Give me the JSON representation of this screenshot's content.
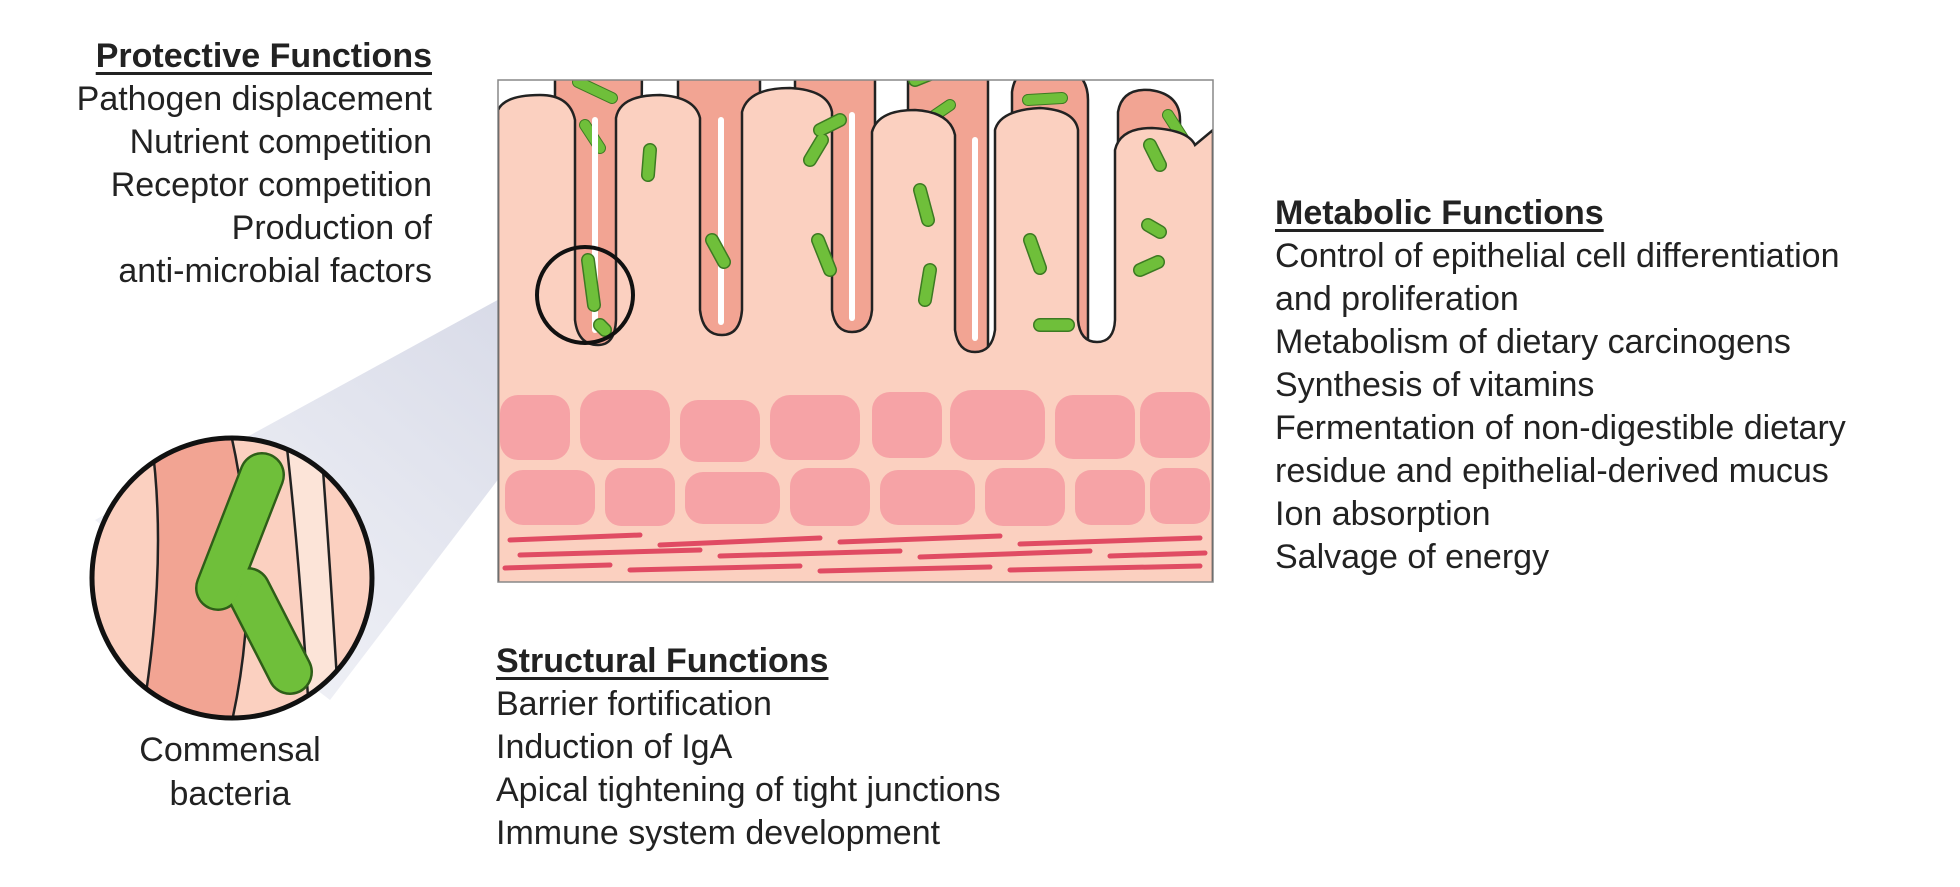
{
  "protective": {
    "heading": "Protective Functions",
    "lines": [
      "Pathogen displacement",
      "Nutrient competition",
      "Receptor competition",
      "Production of",
      "anti-microbial factors"
    ]
  },
  "metabolic": {
    "heading": "Metabolic Functions",
    "lines": [
      "Control of epithelial cell differentiation",
      "and proliferation",
      "Metabolism of dietary carcinogens",
      "Synthesis of vitamins",
      "Fermentation of non-digestible dietary",
      "residue and epithelial-derived mucus",
      "Ion absorption",
      "Salvage of energy"
    ]
  },
  "structural": {
    "heading": "Structural Functions",
    "lines": [
      "Barrier fortification",
      "Induction of IgA",
      "Apical tightening of tight junctions",
      "Immune system development"
    ]
  },
  "inset": {
    "caption_line1": "Commensal",
    "caption_line2": "bacteria"
  },
  "colors": {
    "villus": "#fbd0c0",
    "crypt": "#f2a493",
    "bacteria": "#6fbf3a",
    "submucosa": "#f6a3a6",
    "muscle": "#e04b63",
    "zoom_cone": "#c9ccdc"
  }
}
